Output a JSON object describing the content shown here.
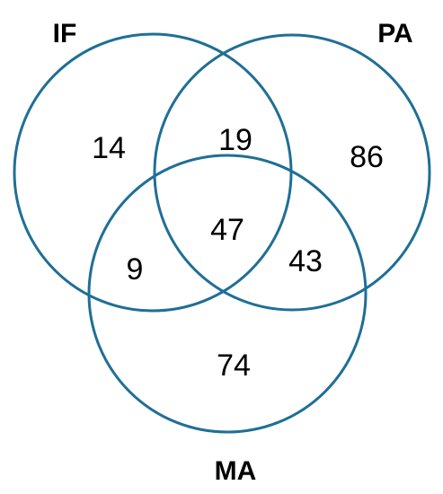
{
  "colors": {
    "circle_stroke": "#1f6f95",
    "text": "#000000",
    "background": "#ffffff"
  },
  "sets": {
    "if": {
      "label": "IF"
    },
    "pa": {
      "label": "PA"
    },
    "ma": {
      "label": "MA"
    }
  },
  "regions": {
    "if_only": "14",
    "pa_only": "86",
    "ma_only": "74",
    "if_pa": "19",
    "if_ma": "9",
    "pa_ma": "43",
    "if_pa_ma": "47"
  }
}
